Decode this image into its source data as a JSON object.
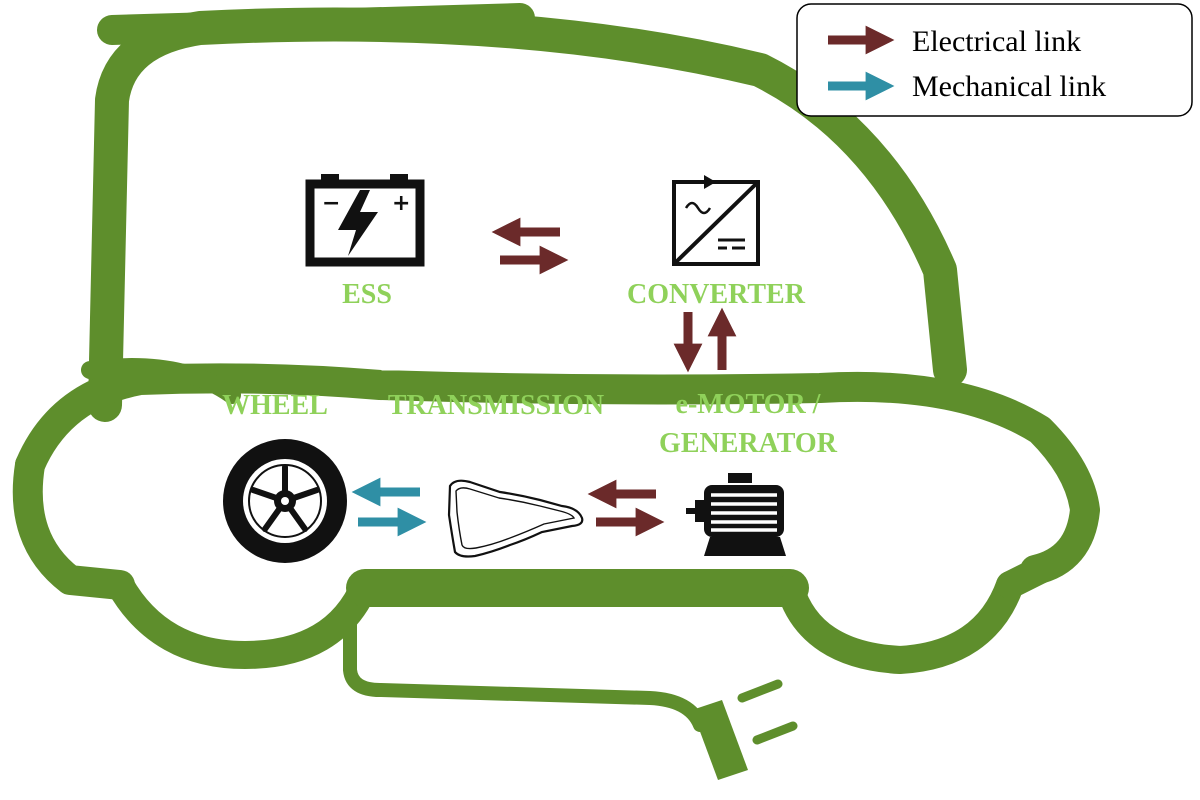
{
  "legend": {
    "items": [
      {
        "label": "Electrical link",
        "color": "#6b2a2a"
      },
      {
        "label": "Mechanical link",
        "color": "#2f8fa5"
      }
    ]
  },
  "components": {
    "ess": {
      "label": "ESS",
      "icon": "battery-icon"
    },
    "converter": {
      "label": "CONVERTER",
      "icon": "converter-icon"
    },
    "wheel": {
      "label": "WHEEL",
      "icon": "wheel-icon"
    },
    "transmission": {
      "label": "TRANSMISSION",
      "icon": "transmission-icon"
    },
    "motor": {
      "label_line1": "e-MOTOR /",
      "label_line2": "GENERATOR",
      "icon": "electric-motor-icon"
    }
  },
  "links": [
    {
      "from": "ESS",
      "to": "CONVERTER",
      "type": "Electrical link",
      "bidirectional": true
    },
    {
      "from": "CONVERTER",
      "to": "e-MOTOR / GENERATOR",
      "type": "Electrical link",
      "bidirectional": true
    },
    {
      "from": "e-MOTOR / GENERATOR",
      "to": "TRANSMISSION",
      "type": "Electrical link",
      "bidirectional": true
    },
    {
      "from": "TRANSMISSION",
      "to": "WHEEL",
      "type": "Mechanical link",
      "bidirectional": true
    }
  ],
  "colors": {
    "car_outline": "#5e8e2c",
    "component_label": "#8fd15a",
    "electrical_arrow": "#6b2a2a",
    "mechanical_arrow": "#2f8fa5"
  }
}
